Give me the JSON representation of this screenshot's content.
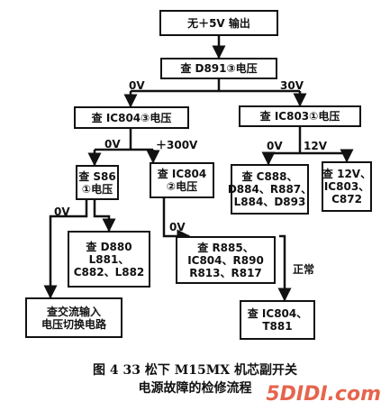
{
  "nodes": {
    "n1": {
      "lines": [
        "无＋5V 输出"
      ]
    },
    "n2": {
      "lines": [
        "查 D891③电压"
      ]
    },
    "n3": {
      "lines": [
        "查 IC804③电压"
      ]
    },
    "n4": {
      "lines": [
        "查 IC803①电压"
      ]
    },
    "n5": {
      "lines": [
        "查 S86",
        "①电压"
      ]
    },
    "n6": {
      "lines": [
        "查 IC804",
        "②电压"
      ]
    },
    "n7": {
      "lines": [
        "查 C888、",
        "D884、R887、",
        "L884、D893"
      ]
    },
    "n8": {
      "lines": [
        "查 12V、",
        "IC803、",
        "C872"
      ]
    },
    "n9": {
      "lines": [
        "查 D880",
        "L881、",
        "C882、L882"
      ]
    },
    "n10": {
      "lines": [
        "查 R885、",
        "IC804、R890",
        "R813、R817"
      ]
    },
    "n11": {
      "lines": [
        "查交流输入",
        "电压切换电路"
      ]
    },
    "n12": {
      "lines": [
        "查 IC804、",
        "T881"
      ]
    }
  },
  "labels": {
    "l_0v_a": "0V",
    "l_30v": "30V",
    "l_0v_b": "0V",
    "l_300v": "＋300V",
    "l_0v_c": "0V",
    "l_12v": "12V",
    "l_0v_d": "0V",
    "l_0v_e": "0V",
    "l_normal": "正常"
  },
  "caption": {
    "line1": "图 4 33  松下 M15MX 机芯副开关",
    "line2": "电源故障的检修流程"
  },
  "watermark": "5DIDI.com"
}
